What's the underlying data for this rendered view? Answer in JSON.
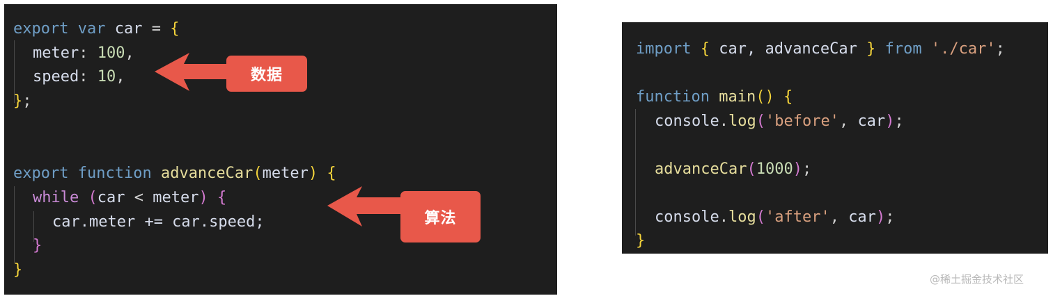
{
  "left_code": {
    "l1": {
      "kw": "export",
      "kw2": "var",
      "id": "car",
      "op": " = ",
      "br": "{"
    },
    "l2": {
      "prop": "meter",
      "colon": ": ",
      "num": "100",
      "comma": ","
    },
    "l3": {
      "prop": "speed",
      "colon": ": ",
      "num": "10",
      "comma": ","
    },
    "l4": {
      "br": "}",
      "semi": ";"
    },
    "l5": {
      "kw": "export",
      "kw2": "function",
      "fn": "advanceCar",
      "open": "(",
      "param": "meter",
      "close": ")",
      "br": "{"
    },
    "l6": {
      "ctl": "while",
      "open": "(",
      "a": "car",
      "op": " < ",
      "b": "meter",
      "close": ")",
      "br": "{"
    },
    "l7": {
      "text": "car.meter += car.speed;"
    },
    "l8": {
      "br": "}"
    },
    "l9": {
      "br": "}"
    }
  },
  "callouts": {
    "data": "数据",
    "algorithm": "算法"
  },
  "right_code": {
    "r1": {
      "kw": "import",
      "ob": "{",
      "names": " car, advanceCar ",
      "cb": "}",
      "kw2": "from",
      "str": "'./car'",
      "semi": ";"
    },
    "r2": {
      "kw": "function",
      "fn": "main",
      "parens": "()",
      "br": "{"
    },
    "r3": {
      "obj": "console",
      "dot": ".",
      "fn": "log",
      "open": "(",
      "str": "'before'",
      "sep": ", ",
      "arg": "car",
      "close": ")",
      "semi": ";"
    },
    "r4": {
      "fn": "advanceCar",
      "open": "(",
      "num": "1000",
      "close": ")",
      "semi": ";"
    },
    "r5": {
      "obj": "console",
      "dot": ".",
      "fn": "log",
      "open": "(",
      "str": "'after'",
      "sep": ", ",
      "arg": "car",
      "close": ")",
      "semi": ";"
    },
    "r6": {
      "br": "}"
    }
  },
  "watermark": "@稀土掘金技术社区",
  "colors": {
    "panel_bg": "#1e1e1e",
    "keyword": "#6f9ec6",
    "function": "#e6dd9c",
    "number": "#c8dcb4",
    "bracket_outer": "#f5d43b",
    "bracket_inner": "#d47ad1",
    "string": "#d9a07f",
    "callout": "#e8584a"
  }
}
